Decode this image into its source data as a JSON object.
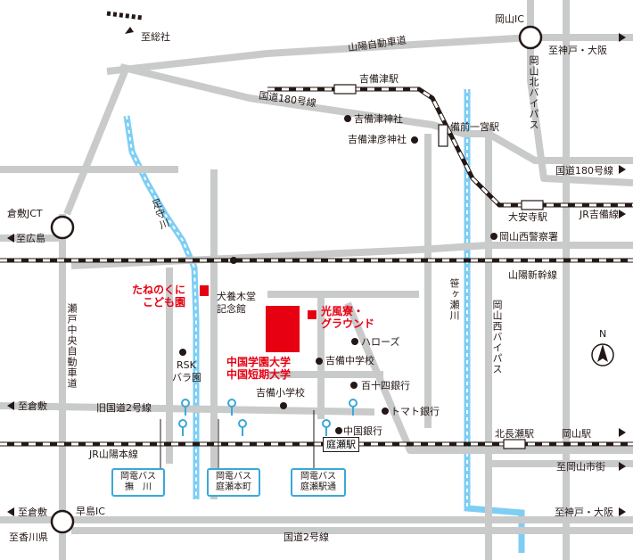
{
  "colors": {
    "road": "#c9caca",
    "river": "#7ecef4",
    "rail": "#231815",
    "accent": "#e60012",
    "bus": "#3aa8d8"
  },
  "labels": {
    "okayama_ic": "岡山IC",
    "to_soja": "至総社",
    "sanyo_expressway": "山陽自動車道",
    "to_kobe_osaka_1": "至神戸・大阪",
    "okayama_kita_bypass": "岡山北バイパス",
    "kibitsu_station": "吉備津駅",
    "route180_1": "国道180号線",
    "kibitsu_shrine": "吉備津神社",
    "kibitsuhiko_shrine": "吉備津彦神社",
    "bizen_ichinomiya": "備前一宮駅",
    "route180_2": "国道180号線",
    "sasagase_river_1": "足守川",
    "kurashiki_jct": "倉敷JCT",
    "to_hiroshima": "至広島",
    "daianji_station": "大安寺駅",
    "jr_kibi_line": "JR吉備線",
    "okayama_nishi_police": "岡山西警察署",
    "shinkansen": "山陽新幹線",
    "tanenokuni": "たねのくに",
    "kodomoen": "こども園",
    "inukai": "犬養木堂",
    "kinenkan": "記念館",
    "koufuryo": "光風寮・",
    "ground": "グラウンド",
    "sasagase_river_2": "笹ヶ瀬川",
    "okayama_nishi_bypass": "岡山西バイパス",
    "harows": "ハローズ",
    "rsk": "RSK",
    "barazono": "バラ園",
    "chugoku_gakuen": "中国学園大学",
    "chugoku_tanki": "中国短期大学",
    "kibi_junior_high": "吉備中学校",
    "north_mark": "N",
    "hyakujushi": "百十四銀行",
    "kibi_elementary": "吉備小学校",
    "to_kurashiki_1": "至倉敷",
    "old_route2": "旧国道2号線",
    "tomato_bank": "トマト銀行",
    "chugoku_bank": "中国銀行",
    "niwase_station": "庭瀬駅",
    "kita_nagase": "北長瀬駅",
    "okayama_station": "岡山駅",
    "jr_sanyo": "JR山陽本線",
    "to_okayama_city": "至岡山市街",
    "setochuo": "瀬戸中央自動車道",
    "bus_busen_1": "岡電バス",
    "bus_busen_2": "撫　川",
    "bus_honmachi_1": "岡電バス",
    "bus_honmachi_2": "庭瀬本町",
    "bus_ekidori_1": "岡電バス",
    "bus_ekidori_2": "庭瀬駅通",
    "to_kurashiki_2": "至倉敷",
    "hayashima_ic": "早島IC",
    "to_kobe_osaka_2": "至神戸・大阪",
    "to_kagawa": "至香川県",
    "route2": "国道2号線"
  }
}
